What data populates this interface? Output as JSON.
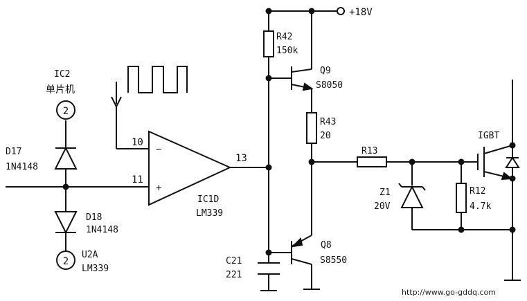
{
  "supply": "+18V",
  "ic2": {
    "ref": "IC2",
    "name": "单片机",
    "pin": "2"
  },
  "d17": {
    "ref": "D17",
    "part": "1N4148"
  },
  "d18": {
    "ref": "D18",
    "part": "1N4148"
  },
  "u2a": {
    "ref": "U2A",
    "part": "LM339",
    "pin": "2"
  },
  "ic1d": {
    "ref": "IC1D",
    "part": "LM339",
    "pin_inv": "10",
    "pin_noninv": "11",
    "pin_out": "13",
    "sign_minus": "−",
    "sign_plus": "+"
  },
  "r42": {
    "ref": "R42",
    "value": "150k"
  },
  "q9": {
    "ref": "Q9",
    "part": "S8050"
  },
  "r43": {
    "ref": "R43",
    "value": "20"
  },
  "q8": {
    "ref": "Q8",
    "part": "S8550"
  },
  "c21": {
    "ref": "C21",
    "value": "221"
  },
  "r13": {
    "ref": "R13"
  },
  "z1": {
    "ref": "Z1",
    "value": "20V"
  },
  "r12": {
    "ref": "R12",
    "value": "4.7k"
  },
  "igbt": {
    "ref": "IGBT"
  },
  "watermark": "http://www.go-gddq.com"
}
